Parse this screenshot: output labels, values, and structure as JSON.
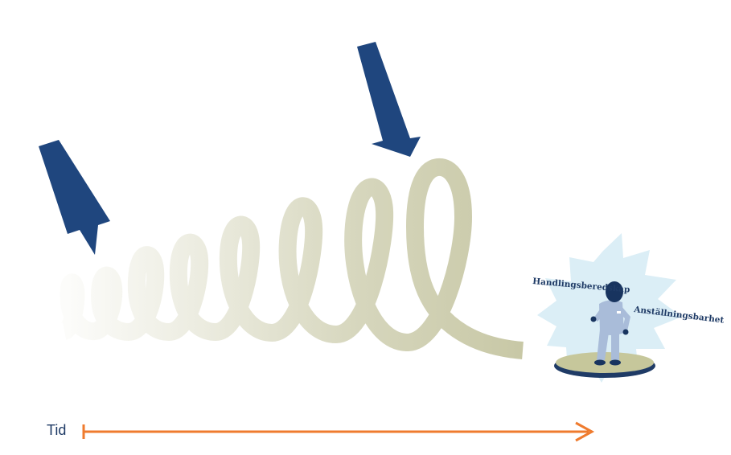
{
  "labels": {
    "readiness": "Handlingsberedskap",
    "employability": "Anställningsbarhet",
    "time": "Tid"
  },
  "icons": {
    "arrow_left": "down-right-arrow-icon",
    "arrow_right": "down-right-arrow-icon",
    "time_arrow": "right-arrow-icon",
    "person": "person-icon",
    "starburst": "starburst-icon"
  },
  "colors": {
    "arrow": "#1f467e",
    "spiral": "#c8c8a6",
    "time_line": "#ef7b2e",
    "label": "#1f3b66",
    "starburst": "#dbeef6",
    "person": "#a9bcd9",
    "person_head": "#18345f",
    "platform_top": "#c6c79b",
    "platform_rim": "#1f3b66"
  }
}
